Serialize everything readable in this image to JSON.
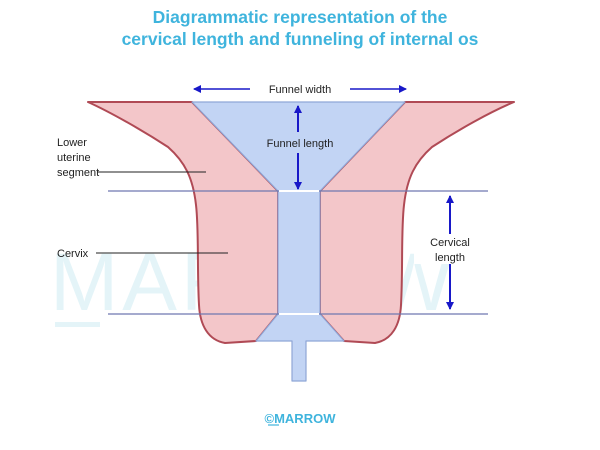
{
  "title": {
    "line1": "Diagrammatic representation of the",
    "line2": "cervical length and funneling of internal os"
  },
  "labels": {
    "funnel_width": "Funnel width",
    "funnel_length": "Funnel length",
    "lower_uterine_segment": [
      "Lower",
      "uterine",
      "segment"
    ],
    "cervix": "Cervix",
    "cervical_length": [
      "Cervical",
      "length"
    ]
  },
  "watermark": "MARROW",
  "brand": "©MARROW",
  "colors": {
    "title": "#3fb4dd",
    "tissue_fill": "#f3c6c9",
    "tissue_stroke": "#b04a55",
    "canal_fill": "#c2d4f4",
    "canal_stroke": "#8fa6d6",
    "arrow": "#1818c8",
    "reference_line": "#6f78b0"
  }
}
